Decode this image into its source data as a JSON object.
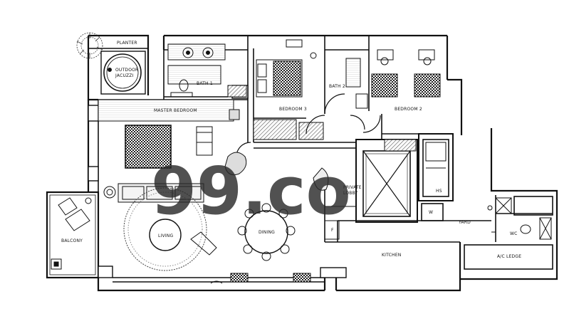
{
  "floorplan": {
    "rooms": {
      "planter": "PLANTER",
      "outdoor_jacuzzi_line1": "OUTDOOR",
      "outdoor_jacuzzi_line2": "JACUZZI",
      "bath1": "BATH 1",
      "master_bedroom": "MASTER BEDROOM",
      "bedroom3": "BEDROOM 3",
      "bath2": "BATH 2",
      "bedroom2": "BEDROOM 2",
      "private_lobby_line1": "PRIVATE",
      "private_lobby_line2": "LOBBY",
      "hs": "HS",
      "w": "W",
      "yard": "YARD",
      "wc": "WC",
      "balcony": "BALCONY",
      "living": "LIVING",
      "dining": "DINING",
      "kitchen": "KITCHEN",
      "ac_ledge": "A/C LEDGE",
      "f_mark": "F"
    },
    "watermark": "99.co",
    "colors": {
      "line": "#111111",
      "hatch": "#333333",
      "watermark": "#2b2b2b"
    }
  }
}
